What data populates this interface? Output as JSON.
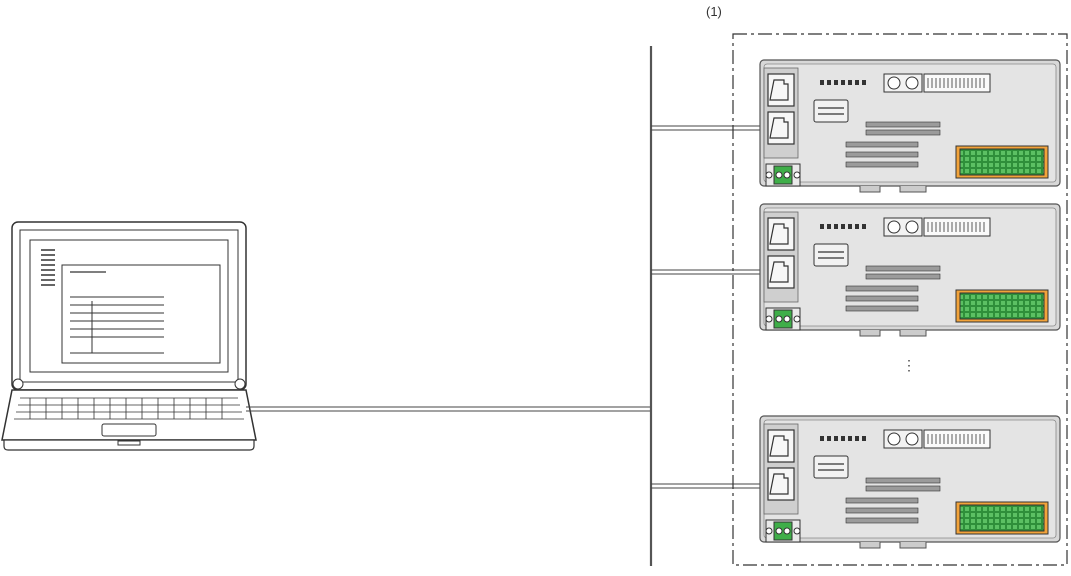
{
  "diagram": {
    "group_label": "(1)",
    "continuation_marker": "⋮",
    "modules": [
      {
        "id": "module-1"
      },
      {
        "id": "module-2"
      },
      {
        "id": "module-3"
      }
    ],
    "colors": {
      "line": "#555555",
      "module_body": "#d6d6d6",
      "module_panel": "#e6e6e6",
      "terminal_green": "#3fae49",
      "terminal_orange": "#f2a33a"
    }
  }
}
